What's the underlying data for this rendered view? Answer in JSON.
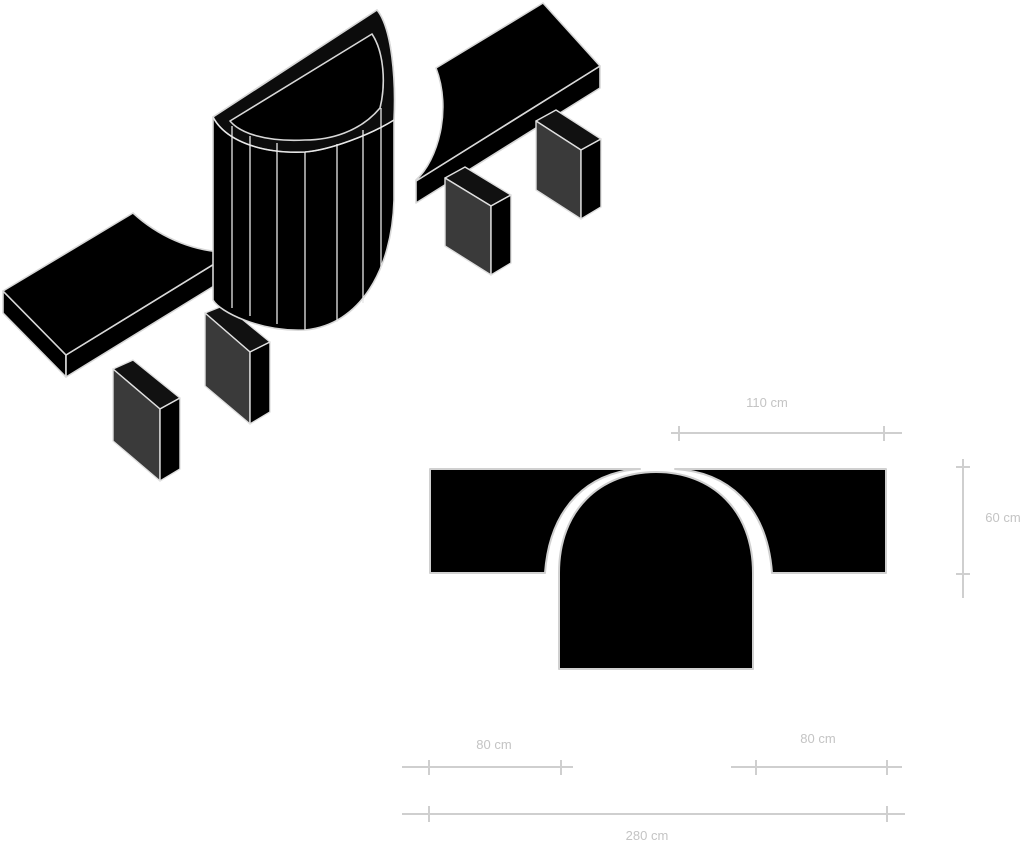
{
  "dimensions": {
    "top_width": "110 cm",
    "depth": "60 cm",
    "left_bench": "80 cm",
    "right_bench": "80 cm",
    "total_width": "280 cm"
  },
  "colors": {
    "furniture": "#000000",
    "blocks": "#3a3a3a",
    "outline": "#d8d8d8",
    "dimension": "#c4c4c4"
  }
}
